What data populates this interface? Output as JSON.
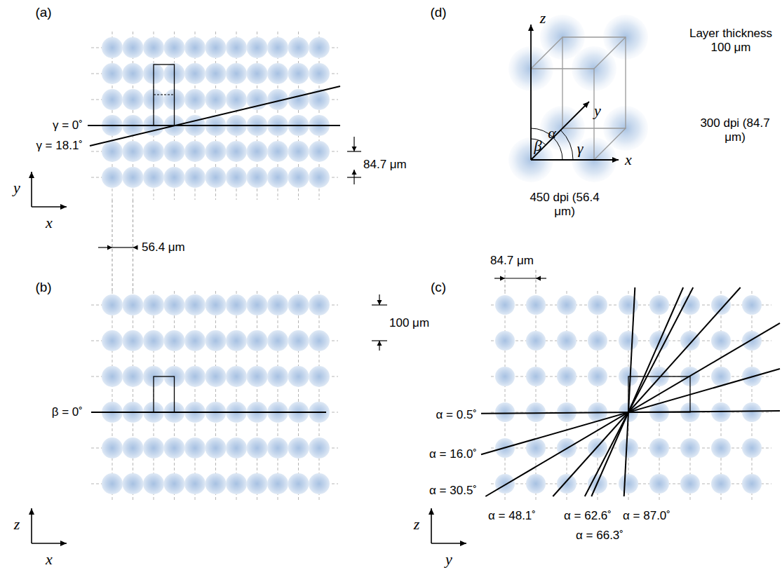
{
  "diagram": {
    "labels": [
      "(a)",
      "(b)",
      "(c)",
      "(d)",
      "γ = 0˚",
      "γ = 18.1˚",
      "84.7 μm",
      "y",
      "x",
      "56.4 μm",
      "β = 0˚",
      "100 μm",
      "z",
      "x",
      "84.7 μm",
      "α = 0.5˚",
      "α = 16.0˚",
      "α = 30.5˚",
      "α = 48.1˚",
      "α = 62.6˚",
      "α = 66.3˚",
      "α = 87.0˚",
      "z",
      "y",
      "z",
      "y",
      "x",
      "α",
      "β",
      "γ",
      "Layer thickness 100 μm",
      "300 dpi (84.7 μm)",
      "450 dpi (56.4 μm)"
    ]
  }
}
